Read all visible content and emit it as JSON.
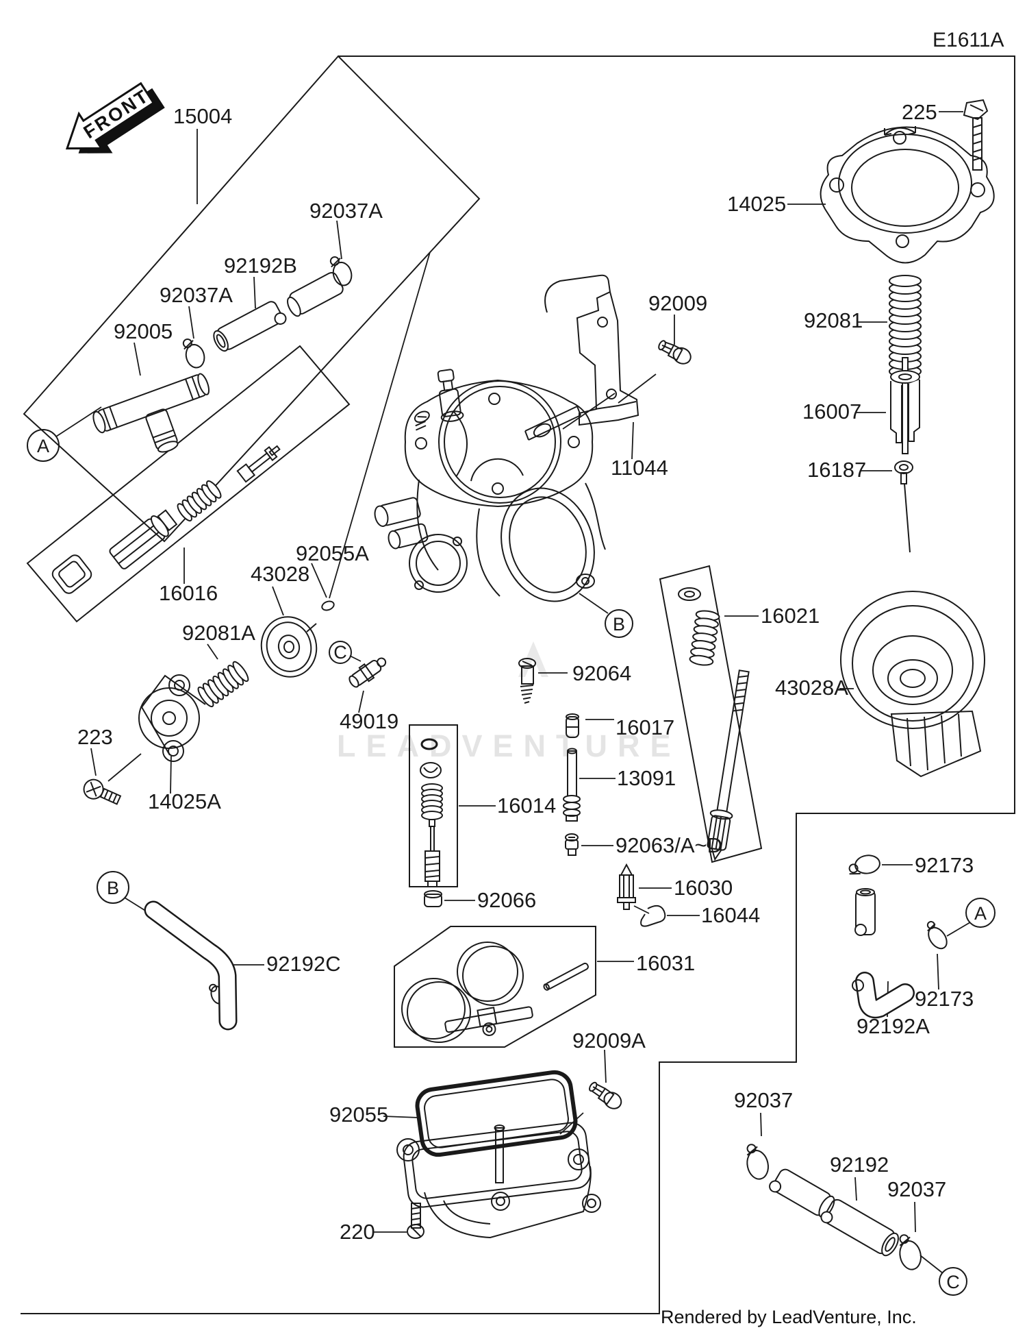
{
  "page": {
    "code": "E1611A",
    "front_marker": "FRONT",
    "watermark": "LEADVENTURE",
    "footer": "Rendered by LeadVenture, Inc."
  },
  "colors": {
    "line": "#1a1a1a",
    "background": "#ffffff",
    "watermark": "#e4e4e4"
  },
  "labels": [
    {
      "id": "carburetor-assy",
      "text": "15004"
    },
    {
      "id": "clamp-a-top",
      "text": "92037A"
    },
    {
      "id": "tube-b",
      "text": "92192B"
    },
    {
      "id": "clamp-a-2",
      "text": "92037A"
    },
    {
      "id": "fitting-t",
      "text": "92005"
    },
    {
      "id": "screw-cover",
      "text": "225"
    },
    {
      "id": "cap-chamber",
      "text": "14025"
    },
    {
      "id": "screw-bracket",
      "text": "92009"
    },
    {
      "id": "spring-slide",
      "text": "92081"
    },
    {
      "id": "holder-needle",
      "text": "16007"
    },
    {
      "id": "needle-jet",
      "text": "16187"
    },
    {
      "id": "bracket",
      "text": "11044"
    },
    {
      "id": "screw-pilot-assy",
      "text": "16016"
    },
    {
      "id": "oring",
      "text": "92055A"
    },
    {
      "id": "diaphragm",
      "text": "43028"
    },
    {
      "id": "spring-diaphragm",
      "text": "92081A"
    },
    {
      "id": "screw-starter-assy",
      "text": "16021"
    },
    {
      "id": "screw-throttle",
      "text": "92064"
    },
    {
      "id": "diaphragm-slide",
      "text": "43028A"
    },
    {
      "id": "screw-pan",
      "text": "223"
    },
    {
      "id": "cap-diaphragm",
      "text": "14025A"
    },
    {
      "id": "seat-valve",
      "text": "49019"
    },
    {
      "id": "jet-pilot",
      "text": "16017"
    },
    {
      "id": "nozzle-main",
      "text": "13091"
    },
    {
      "id": "screw-air-assy",
      "text": "16014"
    },
    {
      "id": "jet-main",
      "text": "92063/A~D"
    },
    {
      "id": "valve-float",
      "text": "16030"
    },
    {
      "id": "clip-needle",
      "text": "16044"
    },
    {
      "id": "plug",
      "text": "92066"
    },
    {
      "id": "clamp-hose-top",
      "text": "92173"
    },
    {
      "id": "clamp-hose-2",
      "text": "92173"
    },
    {
      "id": "hose-elbow",
      "text": "92192A"
    },
    {
      "id": "hose-bent",
      "text": "92192C"
    },
    {
      "id": "throttle-assy",
      "text": "16031"
    },
    {
      "id": "screw-drain",
      "text": "92009A"
    },
    {
      "id": "gasket-bowl",
      "text": "92055"
    },
    {
      "id": "screw-bowl",
      "text": "220"
    },
    {
      "id": "clamp-bl",
      "text": "92037"
    },
    {
      "id": "tube-plain",
      "text": "92192"
    },
    {
      "id": "clamp-br",
      "text": "92037"
    }
  ],
  "ref_circles": [
    {
      "letter": "A"
    },
    {
      "letter": "B"
    },
    {
      "letter": "B"
    },
    {
      "letter": "C"
    },
    {
      "letter": "A"
    },
    {
      "letter": "C"
    }
  ]
}
